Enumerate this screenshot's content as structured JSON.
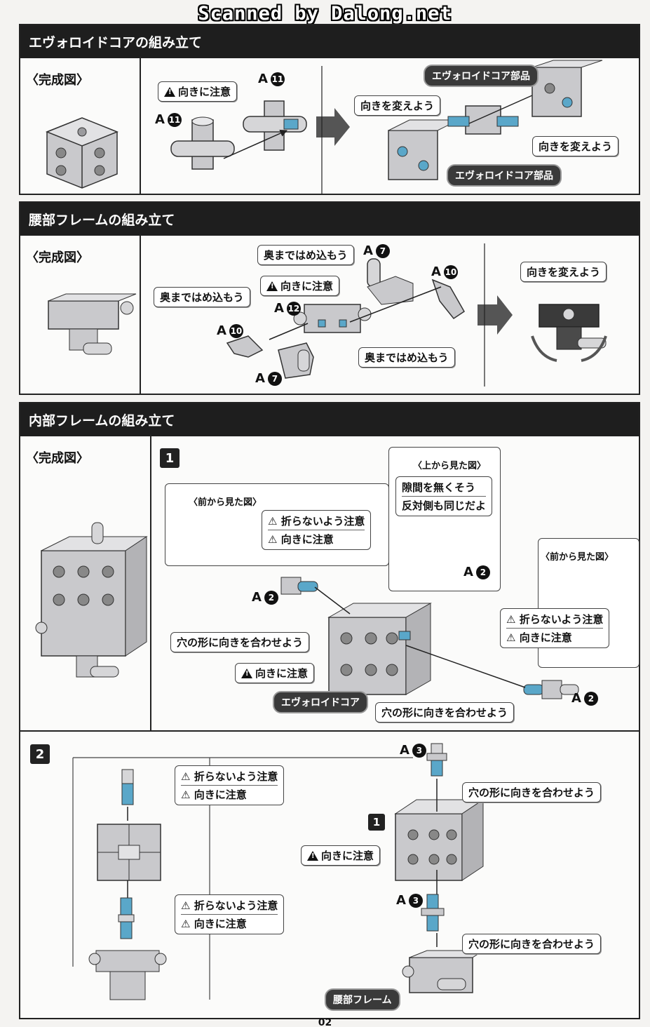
{
  "watermark": "Scanned by Dalong.net",
  "page_number": "02",
  "sections": {
    "evoroid_core": {
      "title": "エヴォロイドコアの組み立て",
      "complete_label": "〈完成図〉",
      "callouts": {
        "orientation": "向きに注意",
        "change_dir_1": "向きを変えよう",
        "change_dir_2": "向きを変えよう"
      },
      "labels": {
        "core_part_top": "エヴォロイドコア部品",
        "core_part_bottom": "エヴォロイドコア部品"
      },
      "parts": [
        {
          "letter": "A",
          "num": "11"
        },
        {
          "letter": "A",
          "num": "11"
        }
      ]
    },
    "waist_frame": {
      "title": "腰部フレームの組み立て",
      "complete_label": "〈完成図〉",
      "callouts": {
        "push_in_top": "奥まではめ込もう",
        "orientation": "向きに注意",
        "push_in_left": "奥まではめ込もう",
        "push_in_bottom": "奥まではめ込もう",
        "change_dir": "向きを変えよう"
      },
      "parts": [
        {
          "letter": "A",
          "num": "7"
        },
        {
          "letter": "A",
          "num": "10"
        },
        {
          "letter": "A",
          "num": "12"
        },
        {
          "letter": "A",
          "num": "10"
        },
        {
          "letter": "A",
          "num": "7"
        }
      ]
    },
    "inner_frame": {
      "title": "内部フレームの組み立て",
      "complete_label": "〈完成図〉",
      "step1": {
        "number": "1",
        "front_view_left": "〈前から見た図〉",
        "top_view": "〈上から見た図〉",
        "front_view_right": "〈前から見た図〉",
        "callouts": {
          "no_break_left": "折らないよう注意",
          "orientation_left": "向きに注意",
          "no_gap": "隙間を無くそう",
          "same_opposite": "反対側も同じだよ",
          "no_break_right": "折らないよう注意",
          "orientation_right": "向きに注意",
          "match_hole_left": "穴の形に向きを合わせよう",
          "orientation_center": "向きに注意",
          "match_hole_bottom": "穴の形に向きを合わせよう"
        },
        "core_label": "エヴォロイドコア",
        "parts": [
          {
            "letter": "A",
            "num": "2"
          },
          {
            "letter": "A",
            "num": "2"
          },
          {
            "letter": "A",
            "num": "2"
          }
        ]
      },
      "step2": {
        "number": "2",
        "callouts": {
          "no_break_top": "折らないよう注意",
          "orientation_top": "向きに注意",
          "match_hole_top": "穴の形に向きを合わせよう",
          "orientation_mid": "向きに注意",
          "no_break_bottom": "折らないよう注意",
          "orientation_bottom": "向きに注意",
          "match_hole_bottom": "穴の形に向きを合わせよう"
        },
        "ref_step": "1",
        "waist_label": "腰部フレーム",
        "parts": [
          {
            "letter": "A",
            "num": "3"
          },
          {
            "letter": "A",
            "num": "3"
          }
        ]
      }
    }
  },
  "colors": {
    "header_bg": "#1e1e1e",
    "part_gray": "#c9c9cc",
    "part_blue": "#5aa7c9",
    "arrow_gray": "#555555"
  }
}
